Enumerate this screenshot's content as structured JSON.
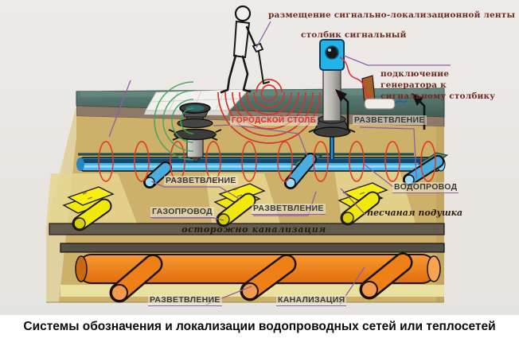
{
  "title_caption": "Системы обозначения и локализации водопроводных сетей или теплосетей",
  "labels": {
    "tape_placement": "размещение сигнально-локализационной ленты",
    "signal_post": "столбик сигнальный",
    "generator_connection": "подключение генератора к сигнальному столбику",
    "city_post": "ГОРОДСКОЙ СТОЛБ",
    "branch_top_right": "РАЗВЕТВЛЕНИЕ",
    "branch_left": "РАЗВЕТВЛЕНИЕ",
    "gas_pipe": "ГАЗОПРОВОД",
    "branch_middle": "РАЗВЕТВЛЕНИЕ",
    "water_pipe": "ВОДОПРОВОД",
    "sand_cushion": "песчаная подушка",
    "caution_sewage": "осторожно канализация",
    "branch_bottom": "РАЗВЕТВЛЕНИЕ",
    "sewage_pipe": "КАНАЛИЗАЦИЯ"
  },
  "colors": {
    "water_pipe_blue": "#4fb6e8",
    "gas_marker_yellow": "#f2e90c",
    "sewage_orange": "#ef8018",
    "signal_ring_red": "#e03a28",
    "detection_arc_green": "#3da55e",
    "leader_purple": "#8e5fa8",
    "surface_teal": "#4e6e66",
    "soil_tan": "#cdb069",
    "city_post_label_red": "#df3226",
    "annotation_maroon": "#6e2a1f"
  }
}
